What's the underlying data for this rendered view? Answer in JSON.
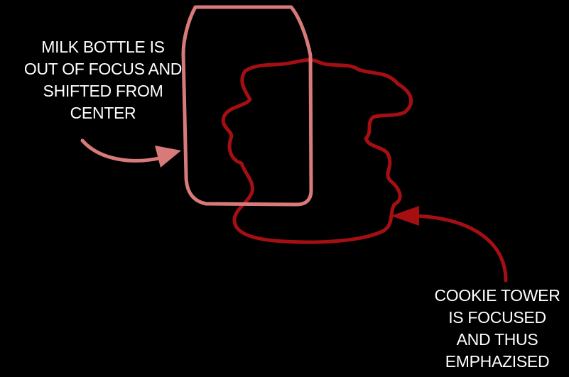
{
  "colors": {
    "background": "#000000",
    "milk_bottle": "#d87a7a",
    "cookie_tower": "#a50f12",
    "text": "#ffffff"
  },
  "labels": {
    "milk_bottle_note": {
      "lines": [
        "MILK BOTTLE IS",
        "OUT OF FOCUS AND",
        "SHIFTED FROM",
        "CENTER"
      ]
    },
    "cookie_tower_note": {
      "lines": [
        "COOKIE TOWER",
        "IS FOCUSED",
        "AND THUS",
        "EMPHAZISED"
      ]
    }
  }
}
